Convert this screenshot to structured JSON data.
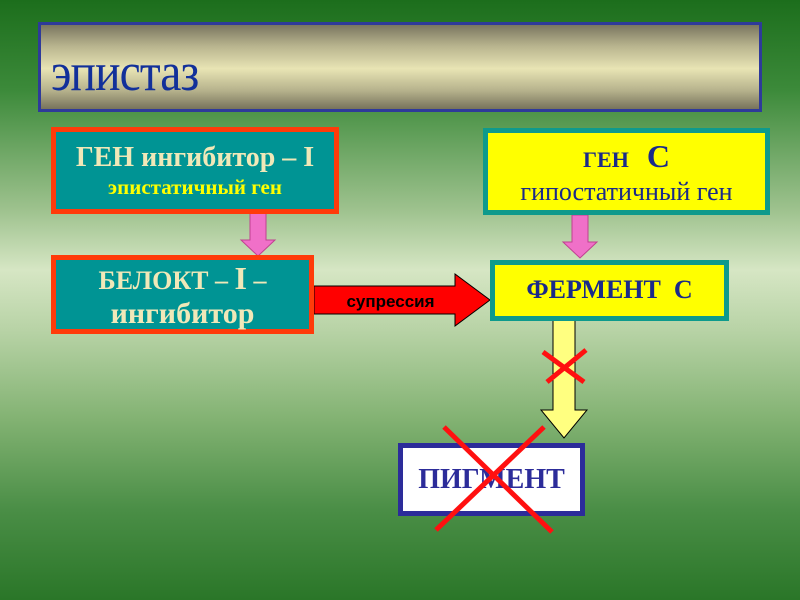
{
  "title": "эпистаз",
  "gene_inhibitor": {
    "line1": "ГЕН ингибитор – I",
    "line2": "эпистатичный ген"
  },
  "gene_c": {
    "line1_prefix": "ГЕН",
    "line1_letter": "С",
    "line2": "гипостатичный ген"
  },
  "protein_inhibitor": {
    "line1_prefix": "БЕЛОКТ – ",
    "line1_letter": "I",
    "line1_suffix": " –",
    "line2": "ингибитор"
  },
  "enzyme_c": {
    "label": "ФЕРМЕНТ  С"
  },
  "pigment": {
    "label": "ПИГМЕНТ"
  },
  "arrows": {
    "suppression_label": "супрессия",
    "colors": {
      "pink": "#f070c8",
      "red": "#ff0000",
      "yellow": "#ffff80",
      "cross": "#ff1010"
    }
  },
  "colors": {
    "teal": "#009494",
    "red_border": "#ff3b0a",
    "yellow": "#ffff00",
    "navy_text": "#1a2a8a",
    "title_border": "#2e3a9a"
  }
}
